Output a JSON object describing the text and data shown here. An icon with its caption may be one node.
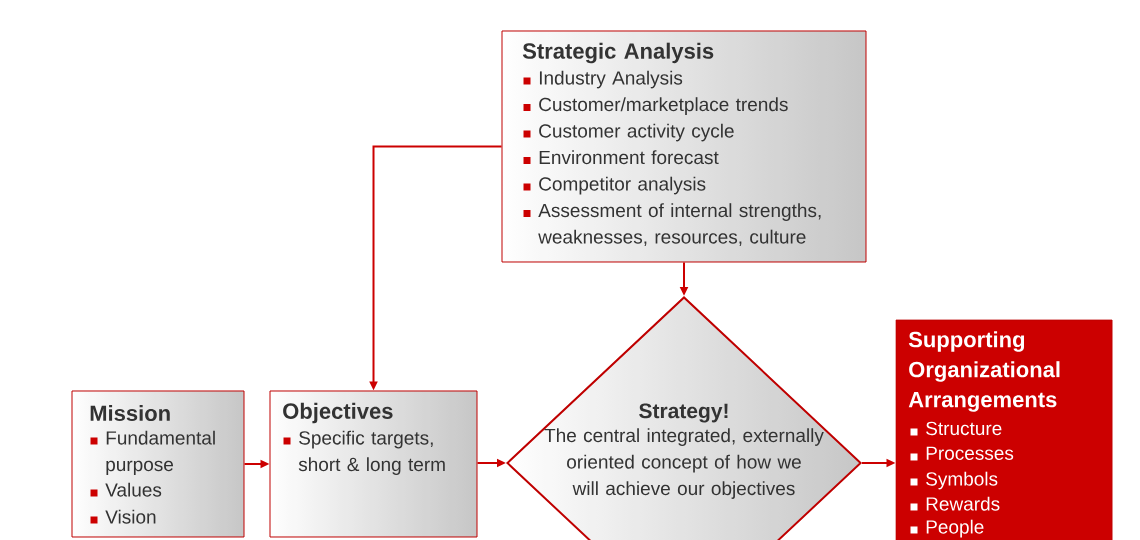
{
  "diagram": {
    "nodes": [
      {
        "text": [
          "Strategic Analysis",
          "Industry Analysis",
          "Customer/marketplace trends",
          "Customer activity cycle",
          "Environment forecast",
          "Competitor analysis",
          "Assessment of internal strengths, weaknesses, resources, culture"
        ]
      },
      {
        "text": [
          "Mission",
          "Fundamental purpose",
          "Values",
          "Vision"
        ]
      },
      {
        "text": [
          "Objectives",
          "Specific targets, short & long term"
        ]
      },
      {
        "text": [
          "Strategy!",
          "The central integrated, externally oriented concept of how we will achieve our objectives"
        ]
      },
      {
        "text": [
          "Supporting Organizational Arrangements",
          "Structure",
          "Processes",
          "Symbols",
          "Rewards",
          "People"
        ]
      }
    ],
    "edges": [
      {
        "from": 0,
        "to": 2,
        "arrow": "to"
      },
      {
        "from": 0,
        "to": 3,
        "arrow": "to"
      },
      {
        "from": 1,
        "to": 2,
        "arrow": "to"
      },
      {
        "from": 2,
        "to": 3,
        "arrow": "to"
      },
      {
        "from": 3,
        "to": 4,
        "arrow": "to"
      }
    ]
  }
}
